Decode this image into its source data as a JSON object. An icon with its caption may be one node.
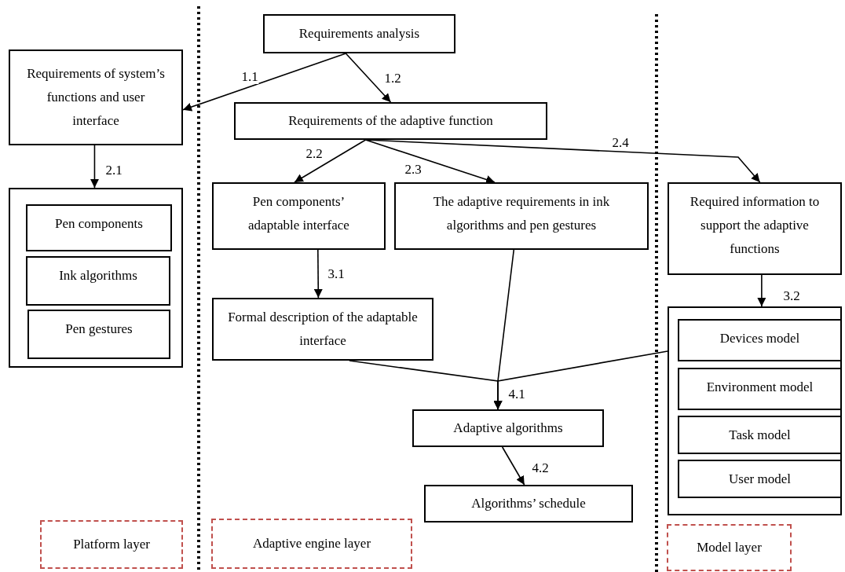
{
  "diagram": {
    "nodes": [
      {
        "text": [
          "Requirements analysis"
        ]
      },
      {
        "text": [
          "Requirements of system’s functions and user interface"
        ]
      },
      {
        "text": [
          "Requirements of the adaptive function"
        ]
      },
      {
        "text": [],
        "shape": "box"
      },
      {
        "text": [
          "Pen components"
        ],
        "in": 3
      },
      {
        "text": [
          "Ink algorithms"
        ],
        "in": 3
      },
      {
        "text": [
          "Pen gestures"
        ],
        "in": 3
      },
      {
        "text": [
          "Pen components’ adaptable interface"
        ]
      },
      {
        "text": [
          "The adaptive requirements in ink algorithms and pen gestures"
        ]
      },
      {
        "text": [
          "Required information to support the adaptive functions"
        ]
      },
      {
        "text": [
          "Formal description of the adaptable interface"
        ]
      },
      {
        "text": [],
        "shape": "box"
      },
      {
        "text": [
          "Devices model"
        ],
        "in": 11
      },
      {
        "text": [
          "Environment model"
        ],
        "in": 11
      },
      {
        "text": [
          "Task model"
        ],
        "in": 11
      },
      {
        "text": [
          "User model"
        ],
        "in": 11
      },
      {
        "text": [
          "Adaptive algorithms"
        ]
      },
      {
        "text": [
          "Algorithms’ schedule"
        ]
      },
      {
        "text": [
          "Platform layer"
        ]
      },
      {
        "text": [
          "Adaptive engine layer"
        ]
      },
      {
        "text": [
          "Model layer"
        ]
      }
    ],
    "edges": [
      {
        "from": 0,
        "to": 1,
        "arrow": "to",
        "label": "1.1"
      },
      {
        "from": 0,
        "to": 2,
        "arrow": "to",
        "label": "1.2"
      },
      {
        "from": 1,
        "to": 3,
        "arrow": "to",
        "label": "2.1"
      },
      {
        "from": 2,
        "to": 7,
        "arrow": "to",
        "label": "2.2"
      },
      {
        "from": 2,
        "to": 8,
        "arrow": "to",
        "label": "2.3"
      },
      {
        "from": 2,
        "to": 9,
        "arrow": "to",
        "label": "2.4"
      },
      {
        "from": 7,
        "to": 10,
        "arrow": "to",
        "label": "3.1"
      },
      {
        "from": 9,
        "to": 11,
        "arrow": "to",
        "label": "3.2"
      },
      {
        "from": 10,
        "to": 16,
        "arrow": "to"
      },
      {
        "from": 8,
        "to": 16,
        "arrow": "to",
        "label": "4.1"
      },
      {
        "from": 11,
        "to": 16,
        "arrow": "to"
      },
      {
        "from": 16,
        "to": 17,
        "arrow": "to",
        "label": "4.2"
      }
    ]
  }
}
